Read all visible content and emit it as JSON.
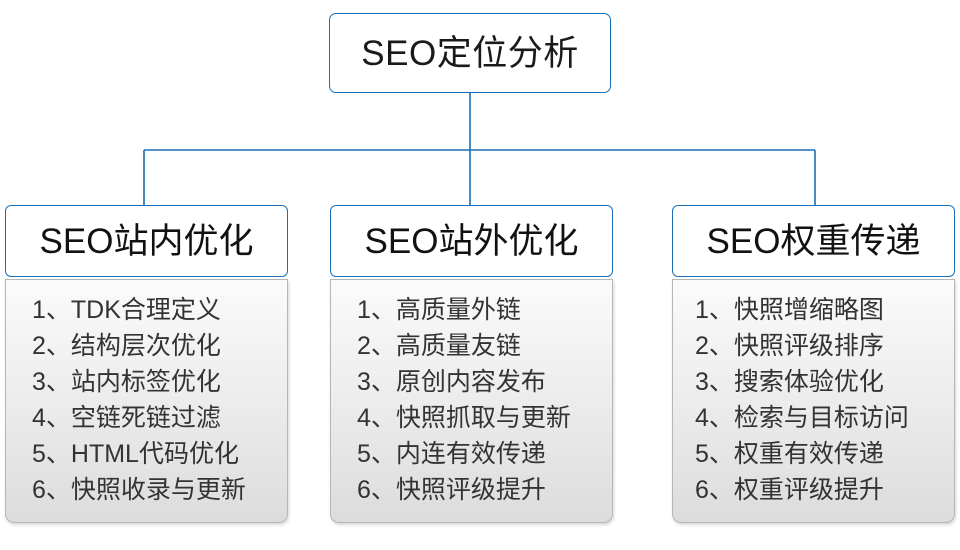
{
  "diagram": {
    "type": "org-tree",
    "root": {
      "title": "SEO定位分析"
    },
    "colors": {
      "node_border": "#1a6fb8",
      "connector": "#1a6fb8",
      "list_border": "#b6b6b6",
      "list_text": "#333333",
      "title_text": "#111111"
    },
    "branches": [
      {
        "title": "SEO站内优化",
        "items": [
          "1、TDK合理定义",
          "2、结构层次优化",
          "3、站内标签优化",
          "4、空链死链过滤",
          "5、HTML代码优化",
          "6、快照收录与更新"
        ]
      },
      {
        "title": "SEO站外优化",
        "items": [
          "1、高质量外链",
          "2、高质量友链",
          "3、原创内容发布",
          "4、快照抓取与更新",
          "5、内连有效传递",
          "6、快照评级提升"
        ]
      },
      {
        "title": "SEO权重传递",
        "items": [
          "1、快照增缩略图",
          "2、快照评级排序",
          "3、搜索体验优化",
          "4、检索与目标访问",
          "5、权重有效传递",
          "6、权重评级提升"
        ]
      }
    ]
  }
}
